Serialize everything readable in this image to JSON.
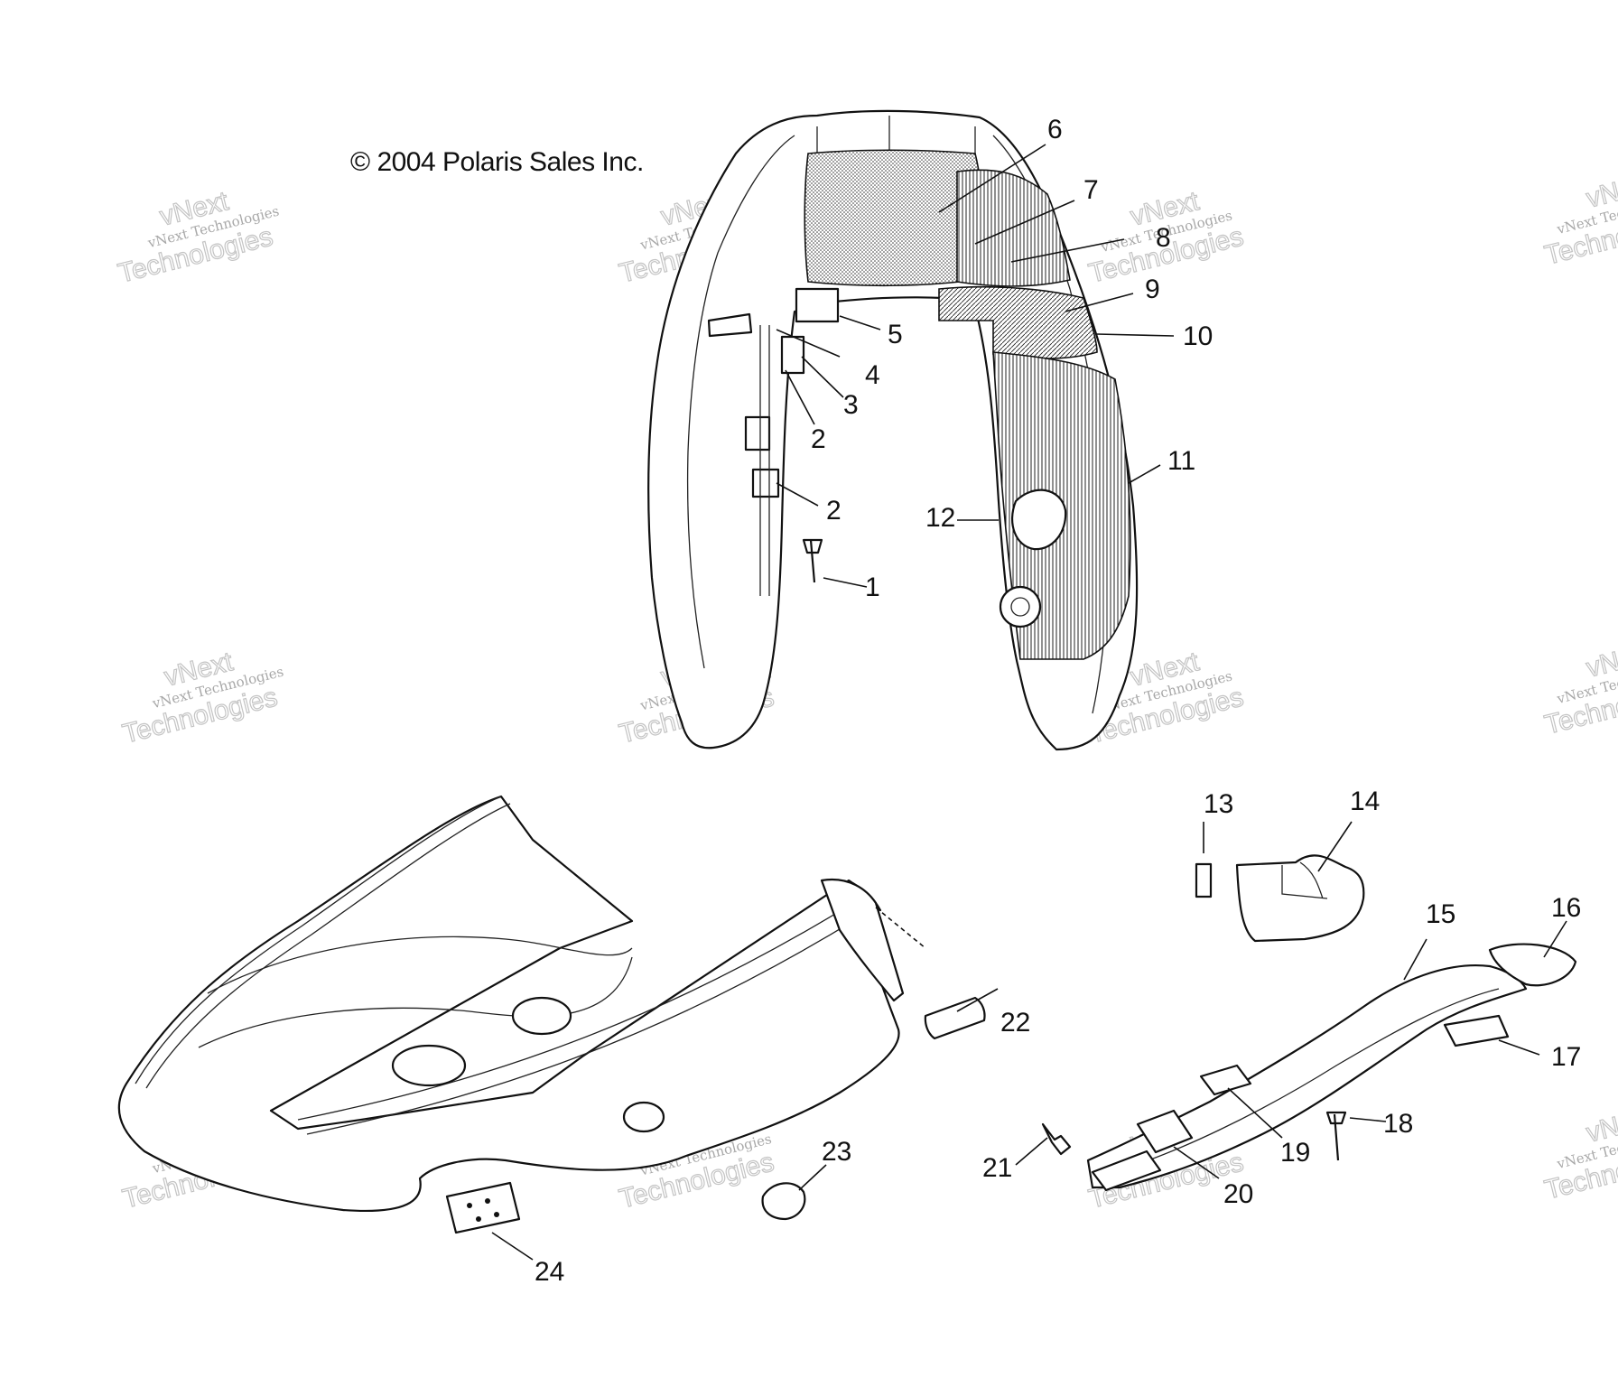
{
  "copyright": "© 2004 Polaris Sales Inc.",
  "watermark": {
    "line1": "vNext Technologies",
    "line2": "vNext Technologies"
  },
  "callouts": [
    "1",
    "2",
    "2",
    "3",
    "4",
    "5",
    "6",
    "7",
    "8",
    "9",
    "10",
    "11",
    "12",
    "13",
    "14",
    "15",
    "16",
    "17",
    "18",
    "19",
    "20",
    "21",
    "22",
    "23",
    "24"
  ]
}
